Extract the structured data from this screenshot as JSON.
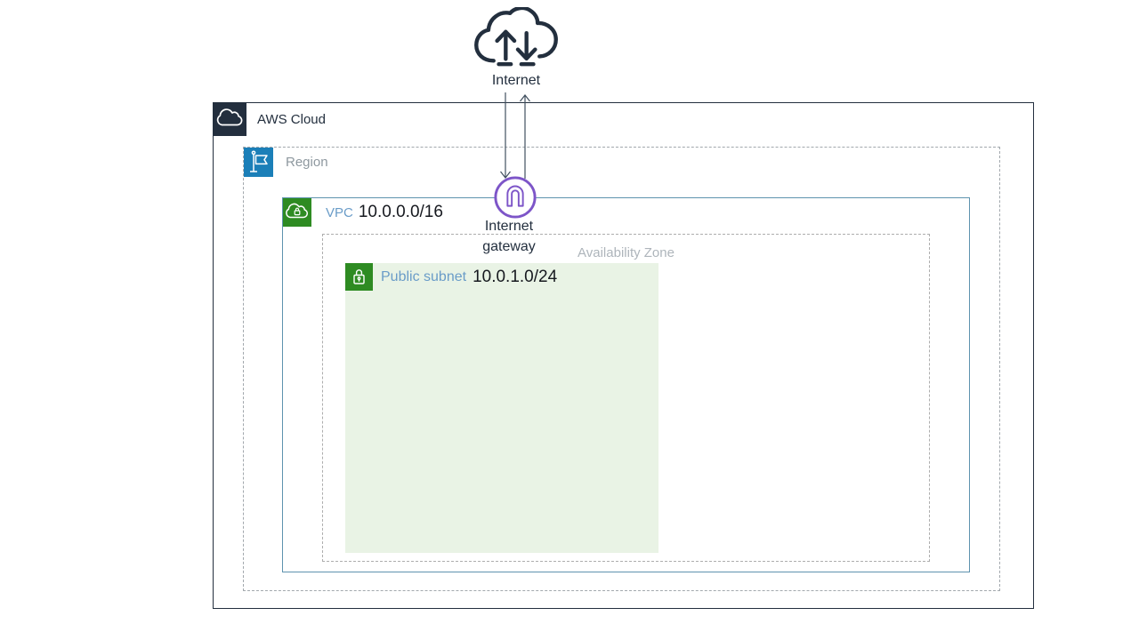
{
  "diagram": {
    "internet": {
      "label": "Internet",
      "icon": "cloud-with-up-down-arrows"
    },
    "aws_cloud": {
      "label": "AWS Cloud",
      "icon": "cloud-outline-on-dark-square"
    },
    "region": {
      "label": "Region",
      "icon": "flag-on-blue-square"
    },
    "vpc": {
      "label": "VPC",
      "cidr": "10.0.0.0/16",
      "icon": "cloud-lock-on-green-square"
    },
    "availability_zone": {
      "label": "Availability Zone"
    },
    "public_subnet": {
      "label": "Public subnet",
      "cidr": "10.0.1.0/24",
      "icon": "padlock-on-green-square"
    },
    "internet_gateway": {
      "label_line1": "Internet",
      "label_line2": "gateway",
      "icon": "gateway-arch-in-purple-circle"
    },
    "connections": [
      {
        "from": "Internet",
        "to": "Internet gateway",
        "direction": "down"
      },
      {
        "from": "Internet gateway",
        "to": "Internet",
        "direction": "up"
      }
    ],
    "colors": {
      "dark_navy": "#232F3E",
      "region_icon_blue": "#1B7FB8",
      "vpc_border_blue": "#5E93AE",
      "label_blue": "#6A9CC8",
      "icon_green": "#2E8B22",
      "subnet_fill_green": "#E9F3E5",
      "gateway_purple": "#7D55C8",
      "muted_gray_label": "#8E989F",
      "light_gray_label": "#AEB5BB",
      "dashed_border_gray": "#A2A8AD",
      "cidr_text": "#16191F"
    }
  }
}
